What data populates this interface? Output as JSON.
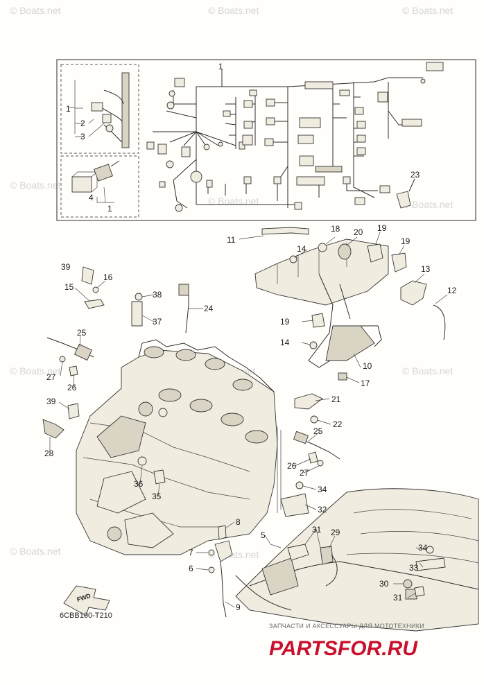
{
  "figure_code": "6CBB100-T210",
  "fwd_label": "FWD",
  "watermark": "© Boats.net",
  "footer": {
    "banner": "ЗАПЧАСТИ И АКСЕССУАРЫ ДЛЯ МОТОТЕХНИКИ",
    "site": "PARTSFOR.RU"
  },
  "callouts": {
    "c1a": "1",
    "c1b": "1",
    "c1c": "1",
    "c2": "2",
    "c3": "3",
    "c4": "4",
    "c5": "5",
    "c6": "6",
    "c7": "7",
    "c8": "8",
    "c9": "9",
    "c10": "10",
    "c11": "11",
    "c12": "12",
    "c13": "13",
    "c14a": "14",
    "c14b": "14",
    "c15": "15",
    "c16": "16",
    "c17": "17",
    "c18": "18",
    "c19a": "19",
    "c19b": "19",
    "c19c": "19",
    "c20": "20",
    "c21": "21",
    "c22": "22",
    "c23": "23",
    "c24": "24",
    "c25a": "25",
    "c25b": "25",
    "c26a": "26",
    "c26b": "26",
    "c27a": "27",
    "c27b": "27",
    "c28": "28",
    "c29": "29",
    "c30": "30",
    "c31a": "31",
    "c31b": "31",
    "c32": "32",
    "c33": "33",
    "c34a": "34",
    "c34b": "34",
    "c35": "35",
    "c36": "36",
    "c37": "37",
    "c38": "38",
    "c39a": "39",
    "c39b": "39"
  }
}
